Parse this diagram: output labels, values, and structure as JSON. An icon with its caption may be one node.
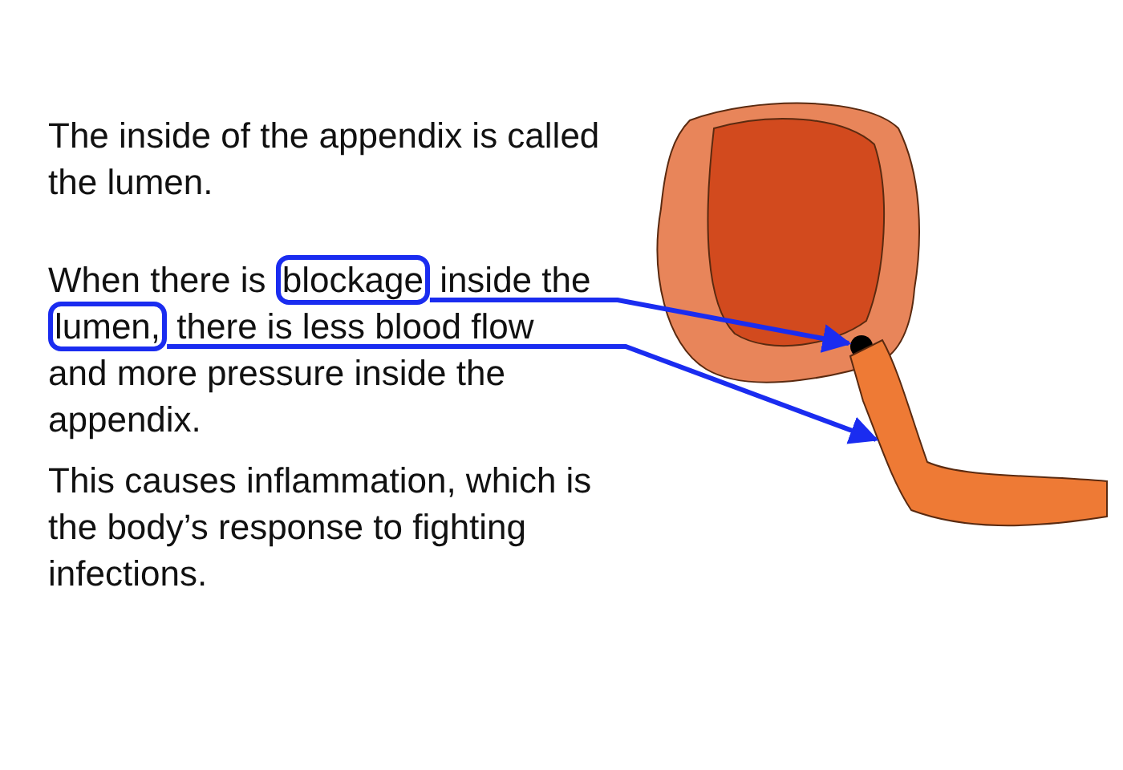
{
  "diagram": {
    "nodes": [
      {
        "text": [
          "blockage"
        ]
      },
      {
        "text": [
          "lumen,"
        ]
      },
      {
        "text": [],
        "shape": "circle"
      },
      {
        "text": [],
        "shape": "picture"
      }
    ],
    "edges": [
      {
        "from": 0,
        "to": 2,
        "arrow": "to"
      },
      {
        "from": 1,
        "to": 3,
        "arrow": "to"
      }
    ],
    "labels": [
      "The inside of the appendix is called the lumen.",
      "When there is",
      "inside the",
      "there is less blood flow and more pressure inside the appendix.",
      "This causes inflammation, which is the body’s response to fighting infections."
    ]
  }
}
